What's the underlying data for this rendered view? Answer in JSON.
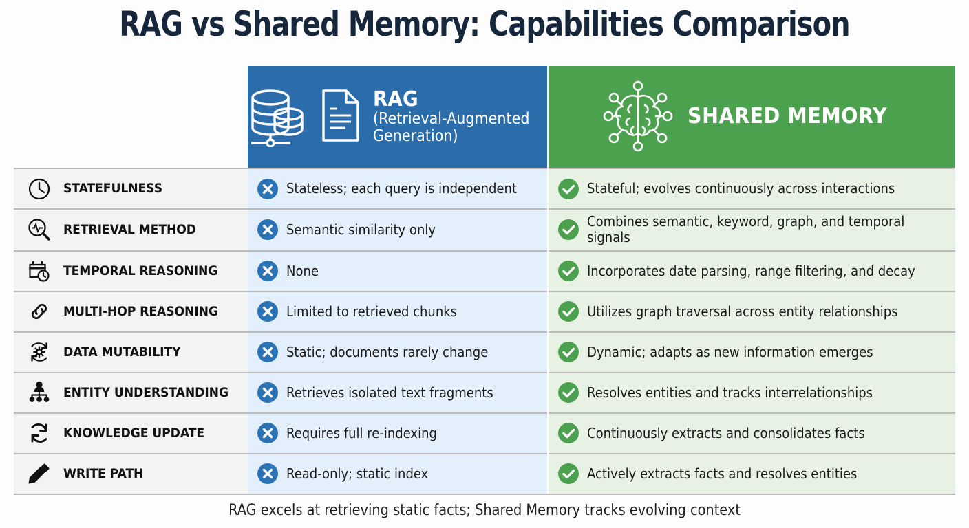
{
  "title": "RAG vs Shared Memory: Capabilities Comparison",
  "footer": "RAG excels at retrieving static facts; Shared Memory tracks evolving context",
  "colors": {
    "rag_header_bg": "#2b6cab",
    "memory_header_bg": "#4ca14e",
    "rag_cell_bg": "#e3effa",
    "memory_cell_bg": "#e8f2e4",
    "feature_cell_bg": "#f3f3f2",
    "title_color": "#16263b",
    "cross_badge": "#2b73b5",
    "check_badge": "#4ca14e"
  },
  "headers": {
    "feature": "",
    "rag": {
      "title": "RAG",
      "subtitle_line1": "(Retrieval-Augmented",
      "subtitle_line2": "Generation)",
      "icons": [
        "database-stack-icon",
        "document-icon"
      ]
    },
    "memory": {
      "title": "SHARED MEMORY",
      "icons": [
        "brain-network-icon"
      ]
    }
  },
  "rows": [
    {
      "icon": "clock-icon",
      "feature": "STATEFULNESS",
      "rag": "Stateless; each query is independent",
      "memory": "Stateful; evolves continuously across interactions"
    },
    {
      "icon": "magnifier-pulse-icon",
      "feature": "RETRIEVAL METHOD",
      "rag": "Semantic similarity only",
      "memory": "Combines semantic, keyword, graph, and temporal signals"
    },
    {
      "icon": "calendar-clock-icon",
      "feature": "TEMPORAL REASONING",
      "rag": "None",
      "memory": "Incorporates date parsing, range filtering, and decay"
    },
    {
      "icon": "link-chain-icon",
      "feature": "MULTI-HOP REASONING",
      "rag": "Limited to retrieved chunks",
      "memory": "Utilizes graph traversal across entity relationships"
    },
    {
      "icon": "gear-refresh-icon",
      "feature": "DATA MUTABILITY",
      "rag": "Static; documents rarely change",
      "memory": "Dynamic; adapts as new information emerges"
    },
    {
      "icon": "org-hierarchy-icon",
      "feature": "ENTITY UNDERSTANDING",
      "rag": "Retrieves isolated text fragments",
      "memory": "Resolves entities and tracks interrelationships"
    },
    {
      "icon": "refresh-cycle-icon",
      "feature": "KNOWLEDGE UPDATE",
      "rag": "Requires full re-indexing",
      "memory": "Continuously extracts and consolidates facts"
    },
    {
      "icon": "pencil-icon",
      "feature": "WRITE PATH",
      "rag": "Read-only; static index",
      "memory": "Actively extracts facts and resolves entities"
    }
  ]
}
